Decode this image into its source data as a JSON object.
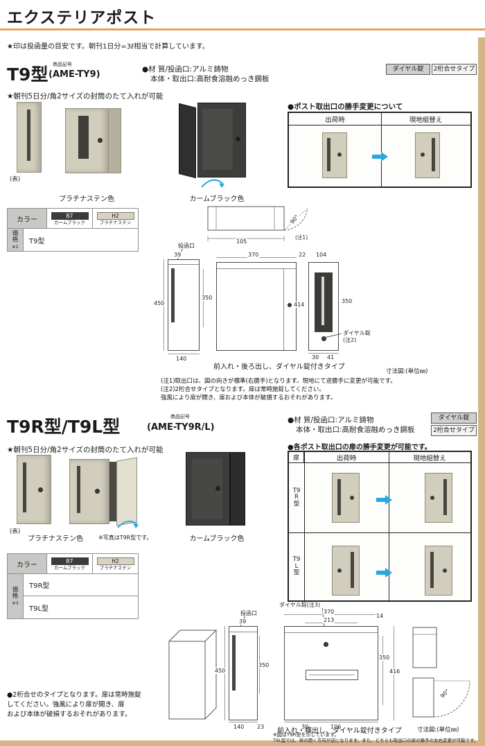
{
  "page": {
    "title": "エクステリアポスト",
    "top_note": "★印は投函量の目安です。朝刊1日分=3ℓ相当で計算しています。"
  },
  "colors": {
    "accent_rule": "#dfa45c",
    "border_strip": "#d5b488",
    "arrow_blue": "#2aa8e0",
    "body_beige": "#d2cebe",
    "body_black": "#3d3d3b"
  },
  "s1": {
    "code_label": "商品記号",
    "model": "T9型",
    "code": "(AME-TY9)",
    "material1": "●材 質/投函口:アルミ鋳物",
    "material2": "本体・取出口:高耐食溶融めっき鋼板",
    "badge_dial": "ダイヤル錠",
    "badge_type": "2桁合せタイプ",
    "feature": "★朝刊5日分/角2サイズの封筒のたて入れが可能",
    "front_label": "(表)",
    "color1": "プラチナステン色",
    "color2": "カームブラック色",
    "panel": {
      "title": "●ポスト取出口の勝手変更について",
      "col1": "出荷時",
      "col2": "現地組替え"
    },
    "table": {
      "color_header": "カラー",
      "b7": "B7",
      "b7_name": "カームブラック",
      "h2": "H2",
      "h2_name": "プラチナステン",
      "price_label": "価格",
      "price_note": "※1",
      "row1": "T9型"
    },
    "draw": {
      "slot": "投函口",
      "d105": "105",
      "d90": "90°",
      "note1": "(注1)",
      "d39": "39",
      "d450": "450",
      "d350s": "350",
      "d140": "140",
      "d370": "370",
      "d22": "22",
      "d104": "104",
      "d414": "414",
      "d350b": "350",
      "d30": "30",
      "d41": "41",
      "dial1": "ダイヤル錠",
      "dial2": "(注2)",
      "caption": "前入れ・後ろ出し、ダイヤル錠付きタイプ",
      "unit": "寸法図:(単位㎜)"
    },
    "notes": [
      "(注1)取出口は、図の向きが標準(右勝手)となります。現地にて逆勝手に変更が可能です。",
      "(注2)2桁合せタイプとなります。扉は常時施錠してください。",
      "強風により扉が開き、扉および本体が破損するおそれがあります。"
    ]
  },
  "s2": {
    "code_label": "商品記号",
    "model": "T9R型/T9L型",
    "code": "(AME-TY9R/L)",
    "material1": "●材 質/投函口:アルミ鋳物",
    "material2": "本体・取出口:高耐食溶融めっき鋼板",
    "badge_dial": "ダイヤル錠",
    "badge_type": "2桁合せタイプ",
    "right_title": "●各ポスト取出口の扉の勝手変更が可能です。",
    "feature": "★朝刊5日分/角2サイズの封筒のたて入れが可能",
    "front_label": "(表)",
    "color1": "プラチナステン色",
    "photo_note": "※写真はT9R型です。",
    "color2": "カームブラック色",
    "panel": {
      "door": "扉",
      "col1": "出荷時",
      "col2": "現地組替え",
      "rowR": "T9R型",
      "rowL": "T9L型"
    },
    "table": {
      "color_header": "カラー",
      "b7": "B7",
      "b7_name": "カームブラック",
      "h2": "H2",
      "h2_name": "プラチナステン",
      "price_label": "価格",
      "price_note": "※3",
      "row1": "T9R型",
      "row2": "T9L型"
    },
    "draw": {
      "slot": "投函口",
      "d39": "39",
      "d450": "450",
      "d350s": "350",
      "d140": "140",
      "d23": "23",
      "dial": "ダイヤル錠(注3)",
      "d370": "370",
      "d213": "213",
      "d14": "14",
      "d30": "30",
      "d106": "106",
      "d350f": "350",
      "d416": "416",
      "d90": "90°",
      "caption": "前入れ・横出し、ダイヤル錠付きタイプ",
      "unit": "寸法図:(単位㎜)"
    },
    "bottom_notes": [
      "●2桁合せのタイプとなります。扉は常時施錠",
      "してください。強風により扉が開き、扉",
      "および本体が破損するおそれがあります。"
    ],
    "right_notes": [
      "※図はT9R型を示しています。",
      "T9L型では、扉の開く方向が逆になります。また、どちらも取出口の扉の勝手の左右変更が可能です。"
    ]
  }
}
